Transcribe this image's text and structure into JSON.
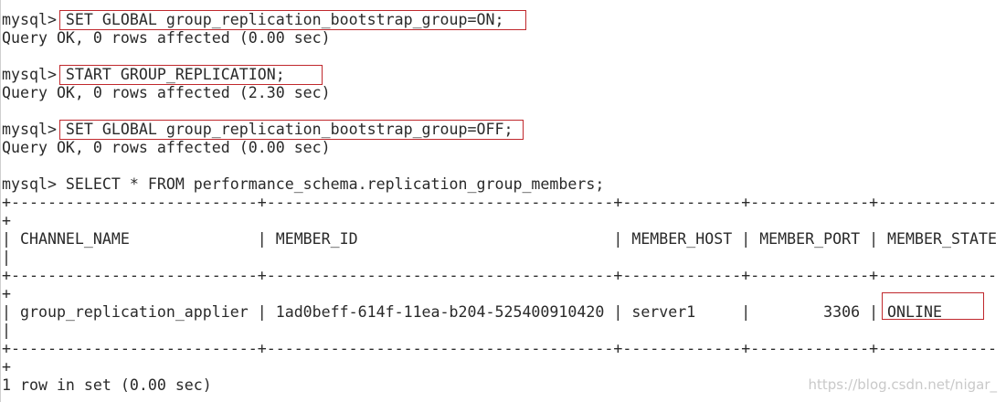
{
  "terminal": {
    "lines": [
      "mysql> SET GLOBAL group_replication_bootstrap_group=ON;",
      "Query OK, 0 rows affected (0.00 sec)",
      "",
      "mysql> START GROUP_REPLICATION;",
      "Query OK, 0 rows affected (2.30 sec)",
      "",
      "mysql> SET GLOBAL group_replication_bootstrap_group=OFF;",
      "Query OK, 0 rows affected (0.00 sec)",
      "",
      "mysql> SELECT * FROM performance_schema.replication_group_members;",
      "+---------------------------+--------------------------------------+-------------+-------------+-------------",
      "+",
      "| CHANNEL_NAME              | MEMBER_ID                            | MEMBER_HOST | MEMBER_PORT | MEMBER_STATE",
      "|",
      "+---------------------------+--------------------------------------+-------------+-------------+-------------",
      "+",
      "| group_replication_applier | 1ad0beff-614f-11ea-b204-525400910420 | server1     |        3306 | ONLINE",
      "|",
      "+---------------------------+--------------------------------------+-------------+-------------+-------------",
      "+",
      "1 row in set (0.00 sec)"
    ]
  },
  "watermark": "https://blog.csdn.net/nigar_",
  "colors": {
    "text": "#2a2a2a",
    "highlight_border": "#c0282d",
    "background": "#ffffff",
    "watermark": "#c9c9c9"
  }
}
